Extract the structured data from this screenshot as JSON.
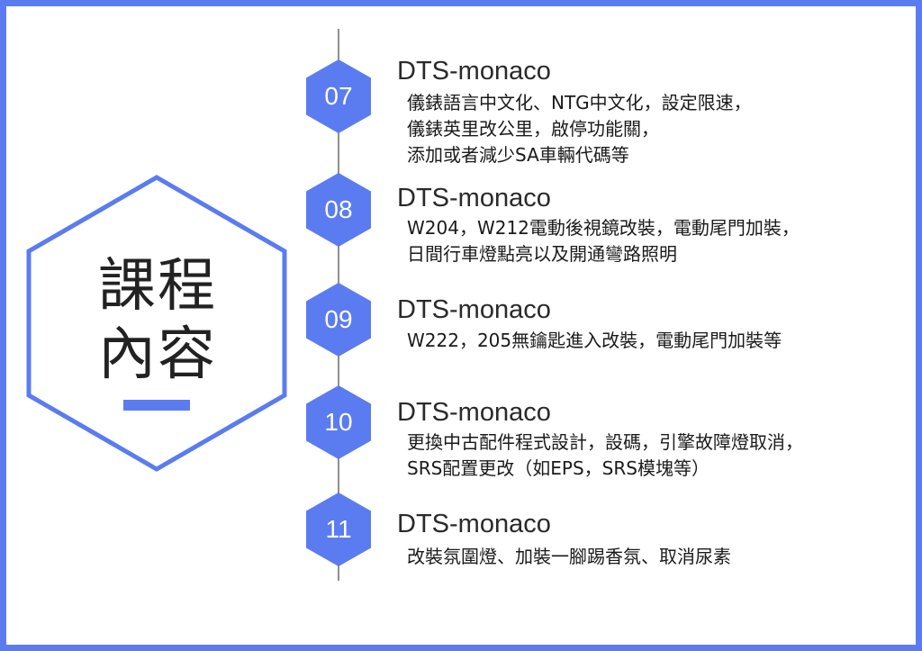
{
  "colors": {
    "accent": "#5b7cf0",
    "line": "#8f8f8f",
    "text": "#222222"
  },
  "section": {
    "title_line1": "課程",
    "title_line2": "內容"
  },
  "items": [
    {
      "number": "07",
      "title": "DTS-monaco",
      "lines": [
        "儀錶語言中文化、NTG中文化，設定限速，",
        "儀錶英里改公里，啟停功能關，",
        "添加或者減少SA車輛代碼等"
      ]
    },
    {
      "number": "08",
      "title": "DTS-monaco",
      "lines": [
        "W204，W212電動後視鏡改裝，電動尾門加裝，",
        "日間行車燈點亮以及開通彎路照明"
      ]
    },
    {
      "number": "09",
      "title": "DTS-monaco",
      "lines": [
        "W222，205無鑰匙進入改裝，電動尾門加裝等"
      ]
    },
    {
      "number": "10",
      "title": "DTS-monaco",
      "lines": [
        "更換中古配件程式設計，設碼，引擎故障燈取消，",
        "SRS配置更改（如EPS，SRS模塊等）"
      ]
    },
    {
      "number": "11",
      "title": "DTS-monaco",
      "lines": [
        "改裝氛圍燈、加裝一腳踢香氛、取消尿素"
      ]
    }
  ]
}
